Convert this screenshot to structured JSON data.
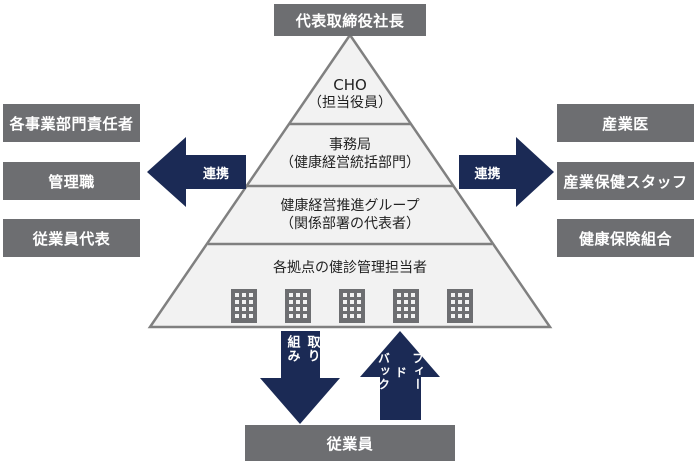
{
  "top_box": "代表取締役社長",
  "left_boxes": [
    "各事業部門責任者",
    "管理職",
    "従業員代表"
  ],
  "right_boxes": [
    "産業医",
    "産業保健スタッフ",
    "健康保険組合"
  ],
  "pyramid": {
    "tier1": [
      "CHO",
      "（担当役員）"
    ],
    "tier2": [
      "事務局",
      "（健康経営統括部門）"
    ],
    "tier3": [
      "健康経営推進グループ",
      "（関係部署の代表者）"
    ],
    "tier4": [
      "各拠点の健診管理担当者"
    ],
    "building_count": 5
  },
  "arrows": {
    "left": "連携",
    "right": "連携",
    "down_col1": "取り",
    "down_col2": "組み",
    "up_col1": "フィー",
    "up_col2": "ド",
    "up_col3": "バック"
  },
  "bottom_box": "従業員",
  "colors": {
    "box_gray": "#6d6e71",
    "arrow_navy": "#1b2a55",
    "pyramid_fill": "#f2f2f2",
    "pyramid_stroke": "#808080"
  }
}
